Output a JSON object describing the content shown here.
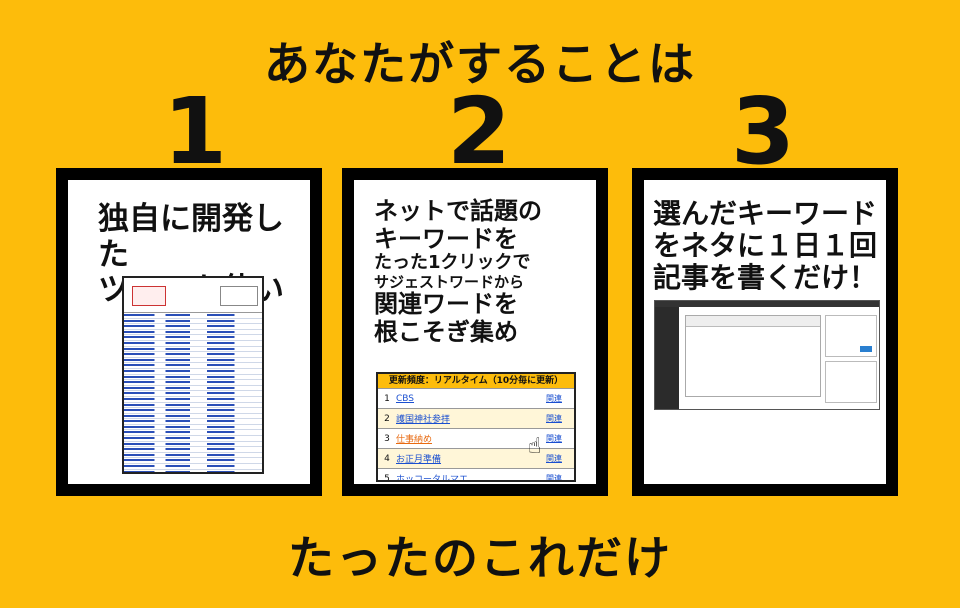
{
  "title": "あなたがすることは",
  "footer": "たったのこれだけ",
  "steps": [
    {
      "number": "1",
      "lines": [
        "独自に開発した",
        "ツールを使い"
      ]
    },
    {
      "number": "2",
      "lines": [
        "ネットで話題の",
        "キーワードを",
        "たった1クリックで",
        "サジェストワードから",
        "関連ワードを",
        "根こそぎ集め"
      ]
    },
    {
      "number": "3",
      "lines": [
        "選んだキーワード",
        "をネタに１日１回",
        "記事を書くだけ！"
      ]
    }
  ],
  "table": {
    "header": "更新頻度：リアルタイム（10分毎に更新）",
    "related_label": "関連",
    "rows": [
      {
        "no": "1",
        "keyword": "CBS"
      },
      {
        "no": "2",
        "keyword": "護国神社参拝"
      },
      {
        "no": "3",
        "keyword": "仕事納め"
      },
      {
        "no": "4",
        "keyword": "お正月準備"
      },
      {
        "no": "5",
        "keyword": "ホッコータルマエ"
      }
    ]
  }
}
